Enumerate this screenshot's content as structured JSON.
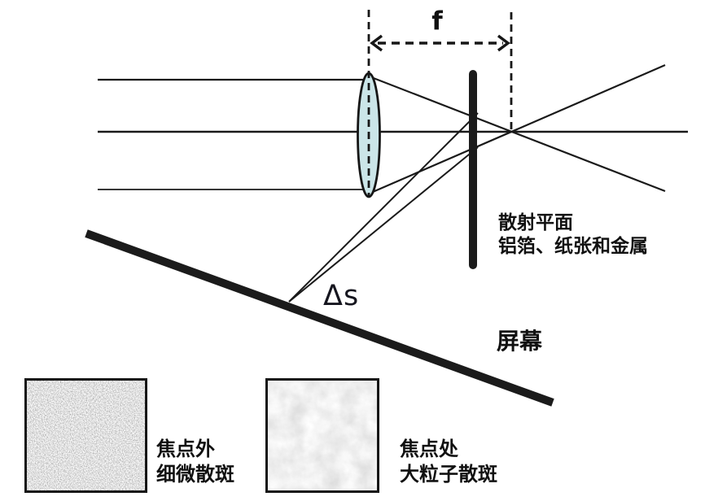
{
  "colors": {
    "background": "#ffffff",
    "ink": "#1a1a1a",
    "lens_fill": "#cbe5e8",
    "delta_s_color": "#16161f"
  },
  "diagram": {
    "focal_length_label": "f",
    "delta_s_label": "Δs",
    "scatter_plane": {
      "line1": "散射平面",
      "line2": "铝箔、纸张和金属"
    },
    "screen_label": "屏幕",
    "speckle_out_of_focus": {
      "line1": "焦点外",
      "line2": "细微散斑"
    },
    "speckle_at_focus": {
      "line1": "焦点处",
      "line2": "大粒子散斑"
    }
  }
}
